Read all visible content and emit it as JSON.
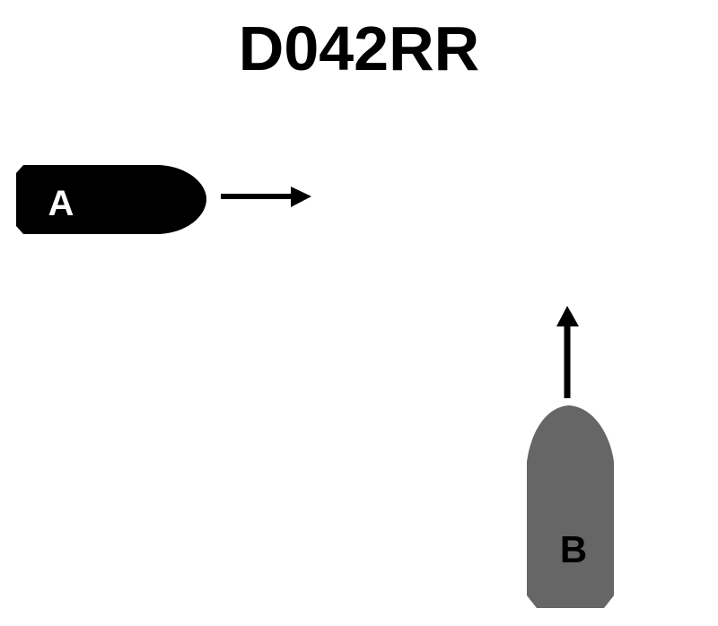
{
  "title": "D042RR",
  "vessels": [
    {
      "label": "A",
      "color": "#000000",
      "label_color": "#ffffff",
      "heading": "east"
    },
    {
      "label": "B",
      "color": "#666666",
      "label_color": "#000000",
      "heading": "north"
    }
  ]
}
